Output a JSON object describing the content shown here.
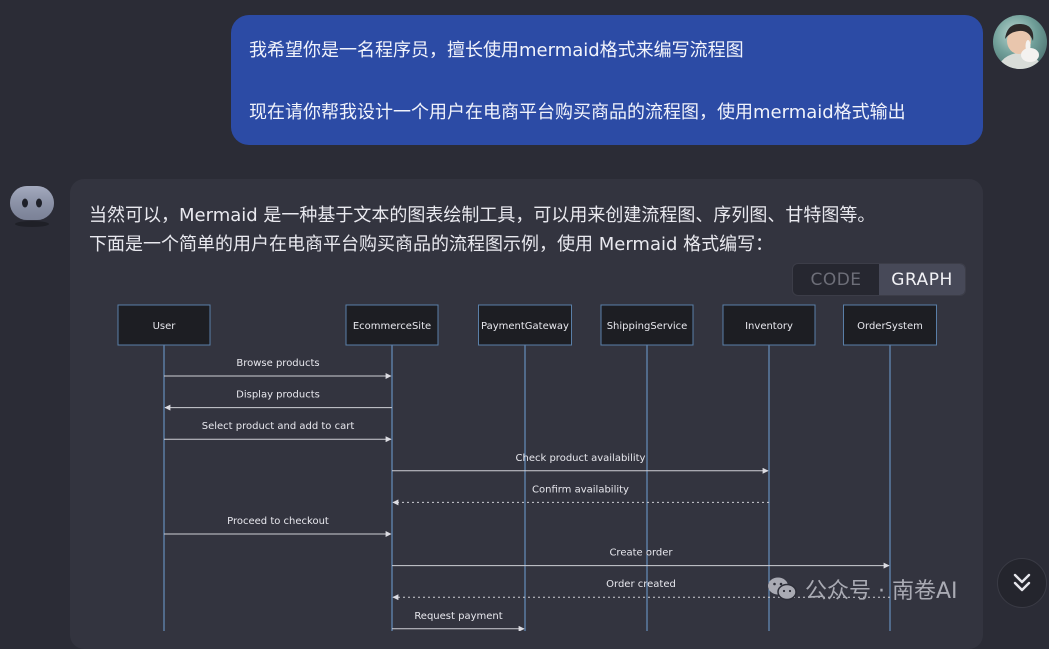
{
  "user_message": {
    "line1": "我希望你是一名程序员，擅长使用mermaid格式来编写流程图",
    "line2": "现在请你帮我设计一个用户在电商平台购买商品的流程图，使用mermaid格式输出"
  },
  "assistant_message": {
    "line1": "当然可以，Mermaid 是一种基于文本的图表绘制工具，可以用来创建流程图、序列图、甘特图等。",
    "line2": "下面是一个简单的用户在电商平台购买商品的流程图示例，使用 Mermaid 格式编写："
  },
  "view_toggle": {
    "code": "CODE",
    "graph": "GRAPH",
    "active": "GRAPH"
  },
  "diagram": {
    "type": "sequence",
    "participants": [
      "User",
      "EcommerceSite",
      "PaymentGateway",
      "ShippingService",
      "Inventory",
      "OrderSystem"
    ],
    "messages": [
      {
        "from": "User",
        "to": "EcommerceSite",
        "text": "Browse products",
        "style": "solid"
      },
      {
        "from": "EcommerceSite",
        "to": "User",
        "text": "Display products",
        "style": "solid"
      },
      {
        "from": "User",
        "to": "EcommerceSite",
        "text": "Select product and add to cart",
        "style": "solid"
      },
      {
        "from": "EcommerceSite",
        "to": "Inventory",
        "text": "Check product availability",
        "style": "solid"
      },
      {
        "from": "Inventory",
        "to": "EcommerceSite",
        "text": "Confirm availability",
        "style": "dotted"
      },
      {
        "from": "User",
        "to": "EcommerceSite",
        "text": "Proceed to checkout",
        "style": "solid"
      },
      {
        "from": "EcommerceSite",
        "to": "OrderSystem",
        "text": "Create order",
        "style": "solid"
      },
      {
        "from": "OrderSystem",
        "to": "EcommerceSite",
        "text": "Order created",
        "style": "dotted"
      },
      {
        "from": "EcommerceSite",
        "to": "PaymentGateway",
        "text": "Request payment",
        "style": "solid"
      }
    ]
  },
  "watermark": "公众号 · 南卷AI",
  "icons": {
    "user_avatar": "user-avatar-photo",
    "assistant_avatar": "bot-face-icon",
    "scroll": "double-chevron-down-icon",
    "watermark": "wechat-icon"
  },
  "colors": {
    "background": "#2b2c36",
    "user_bubble": "#2c4ba5",
    "panel": "#33343f",
    "participant_box": "#1d1e23",
    "participant_border": "#5a7fa8",
    "lifeline": "#6f9fd6"
  }
}
